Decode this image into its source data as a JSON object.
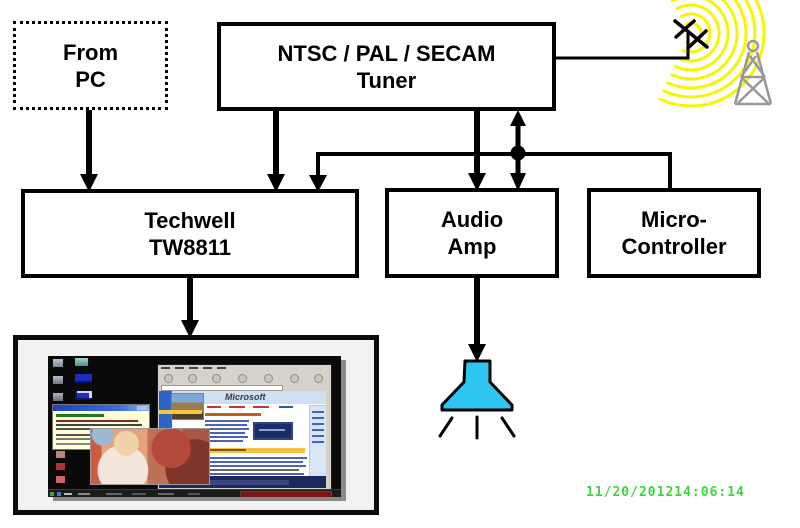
{
  "diagram": {
    "boxes": {
      "from_pc": {
        "line1": "From",
        "line2": "PC"
      },
      "tuner": {
        "line1": "NTSC / PAL / SECAM",
        "line2": "Tuner"
      },
      "techwell": {
        "line1": "Techwell",
        "line2": "TW8811"
      },
      "audio_amp": {
        "line1": "Audio",
        "line2": "Amp"
      },
      "micro": {
        "line1": "Micro-",
        "line2": "Controller"
      }
    },
    "connections": [
      {
        "from": "From PC",
        "to": "Techwell TW8811",
        "style": "arrow-down"
      },
      {
        "from": "NTSC / PAL / SECAM Tuner",
        "to": "Techwell TW8811",
        "style": "arrow-down"
      },
      {
        "from": "NTSC / PAL / SECAM Tuner",
        "to": "Audio Amp",
        "style": "arrow-down"
      },
      {
        "from": "NTSC / PAL / SECAM Tuner",
        "to": "Audio Amp",
        "style": "bidirectional-arrow"
      },
      {
        "from": "signal bus",
        "to": "Techwell TW8811",
        "style": "arrow-down"
      },
      {
        "from": "signal bus",
        "to": "Micro-Controller",
        "style": "plain-line"
      },
      {
        "from": "Techwell TW8811",
        "to": "display screenshot",
        "style": "arrow-down"
      },
      {
        "from": "Audio Amp",
        "to": "speaker",
        "style": "arrow-down"
      },
      {
        "from": "NTSC / PAL / SECAM Tuner",
        "to": "antenna",
        "style": "plain-line"
      }
    ],
    "colors": {
      "line_black": "#000000",
      "wave_yellow": "#F6F600",
      "tower_gray": "#98989C",
      "speaker_cyan": "#2EC6F0",
      "timestamp_green": "#3ED43E"
    }
  },
  "monitor": {
    "browser_logo": "Microsoft"
  },
  "timestamp": {
    "text": "11/20/201214:06:14"
  }
}
